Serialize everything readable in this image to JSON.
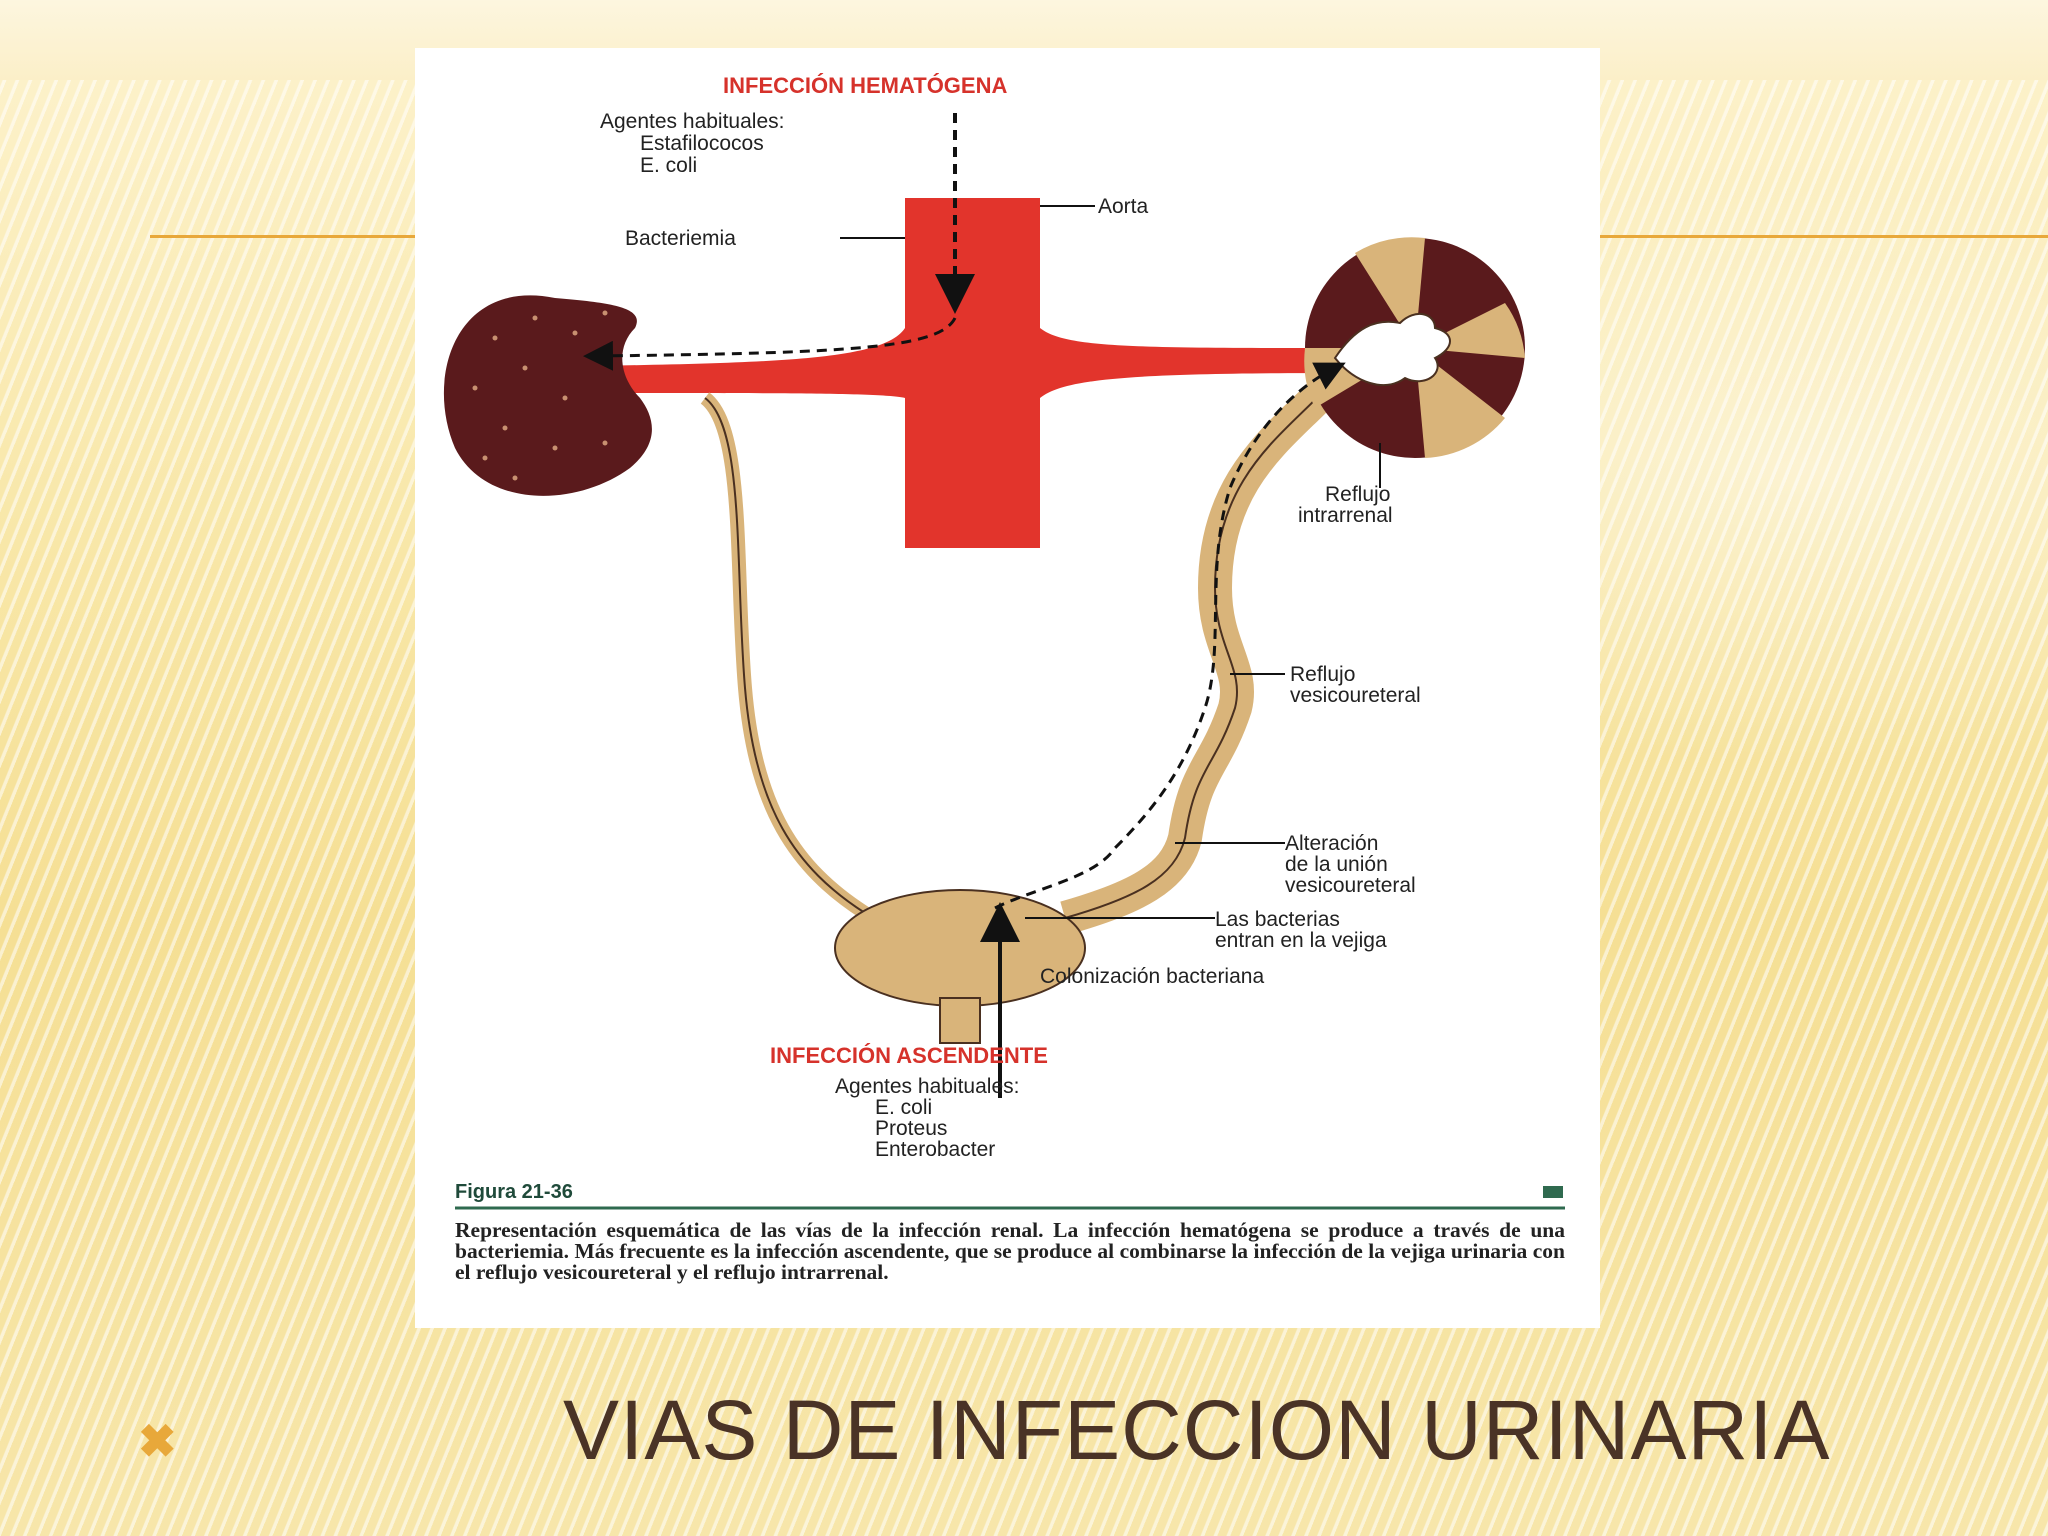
{
  "slide": {
    "title": "VIAS DE INFECCION URINARIA",
    "bullet_icon": "x-bullet-icon"
  },
  "figure": {
    "top_heading": "INFECCIÓN HEMATÓGENA",
    "top_agents_heading": "Agentes habituales:",
    "top_agents": [
      "Estafilococos",
      "E. coli"
    ],
    "labels": {
      "aorta": "Aorta",
      "bacteriemia": "Bacteriemia",
      "reflujo_intrarrenal": [
        "Reflujo",
        "intrarrenal"
      ],
      "reflujo_vesicoureteral": [
        "Reflujo",
        "vesicoureteral"
      ],
      "alteracion": [
        "Alteración",
        "de la unión",
        "vesicoureteral"
      ],
      "bacterias_vejiga": [
        "Las bacterias",
        "entran en la vejiga"
      ],
      "colonizacion": "Colonización bacteriana"
    },
    "bottom_heading": "INFECCIÓN ASCENDENTE",
    "bottom_agents_heading": "Agentes habituales:",
    "bottom_agents": [
      "E. coli",
      "Proteus",
      "Enterobacter"
    ],
    "figure_number": "Figura 21-36",
    "caption": "Representación esquemática de las vías de la infección renal. La infección hematógena se produce a través de una bacteriemia. Más frecuente es la infección ascendente, que se produce al combinarse la infección de la vejiga urinaria con el reflujo vesicoureteral y el reflujo intrarrenal."
  },
  "colors": {
    "accent": "#e8a83a",
    "aorta_red": "#e2342c",
    "kidney_dark": "#5a1a1c",
    "urinary_tan": "#d9b47a",
    "heading_red": "#d6322b",
    "title_brown": "#4a3326"
  }
}
